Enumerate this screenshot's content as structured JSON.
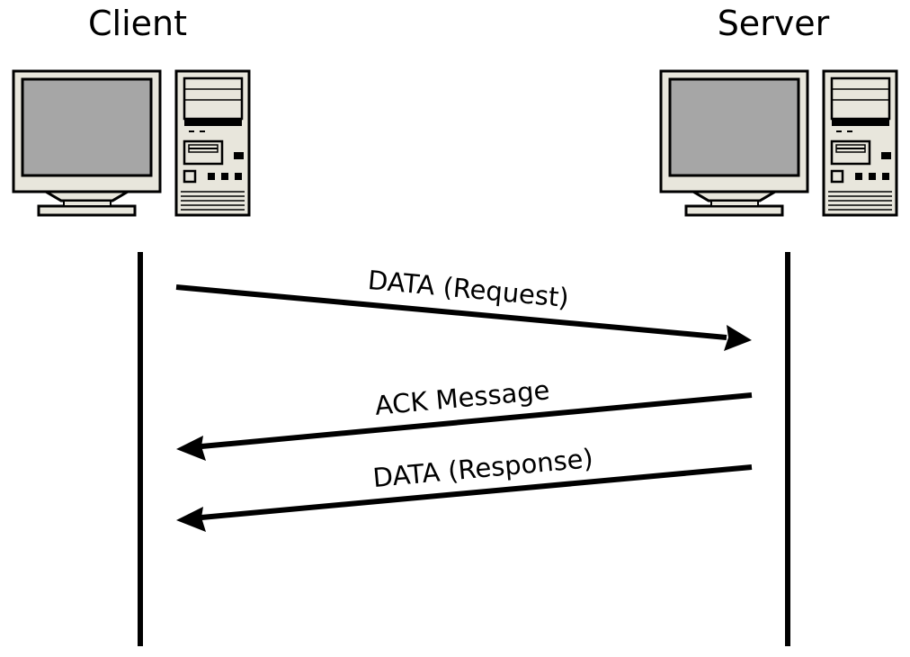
{
  "nodes": [
    {
      "id": "client",
      "label": "Client",
      "icon": "desktop-computer-icon"
    },
    {
      "id": "server",
      "label": "Server",
      "icon": "desktop-computer-icon"
    }
  ],
  "messages": [
    {
      "label": "DATA (Request)",
      "from": "client",
      "to": "server"
    },
    {
      "label": "ACK Message",
      "from": "server",
      "to": "client"
    },
    {
      "label": "DATA (Response)",
      "from": "server",
      "to": "client"
    }
  ],
  "colors": {
    "line": "#000000",
    "monitor_body": "#e8e6dc",
    "screen": "#a6a6a6",
    "outline": "#000000"
  }
}
